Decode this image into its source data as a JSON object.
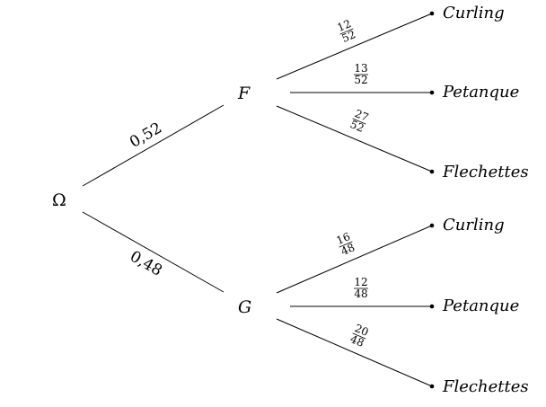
{
  "tree": {
    "root": {
      "label": "Ω"
    },
    "level1": [
      {
        "label": "F",
        "probability": "0,52"
      },
      {
        "label": "G",
        "probability": "0,48"
      }
    ],
    "branches": {
      "F": [
        {
          "leaf": "Curling",
          "num": "12",
          "den": "52"
        },
        {
          "leaf": "Petanque",
          "num": "13",
          "den": "52"
        },
        {
          "leaf": "Flechettes",
          "num": "27",
          "den": "52"
        }
      ],
      "G": [
        {
          "leaf": "Curling",
          "num": "16",
          "den": "48"
        },
        {
          "leaf": "Petanque",
          "num": "12",
          "den": "48"
        },
        {
          "leaf": "Flechettes",
          "num": "20",
          "den": "48"
        }
      ]
    }
  }
}
